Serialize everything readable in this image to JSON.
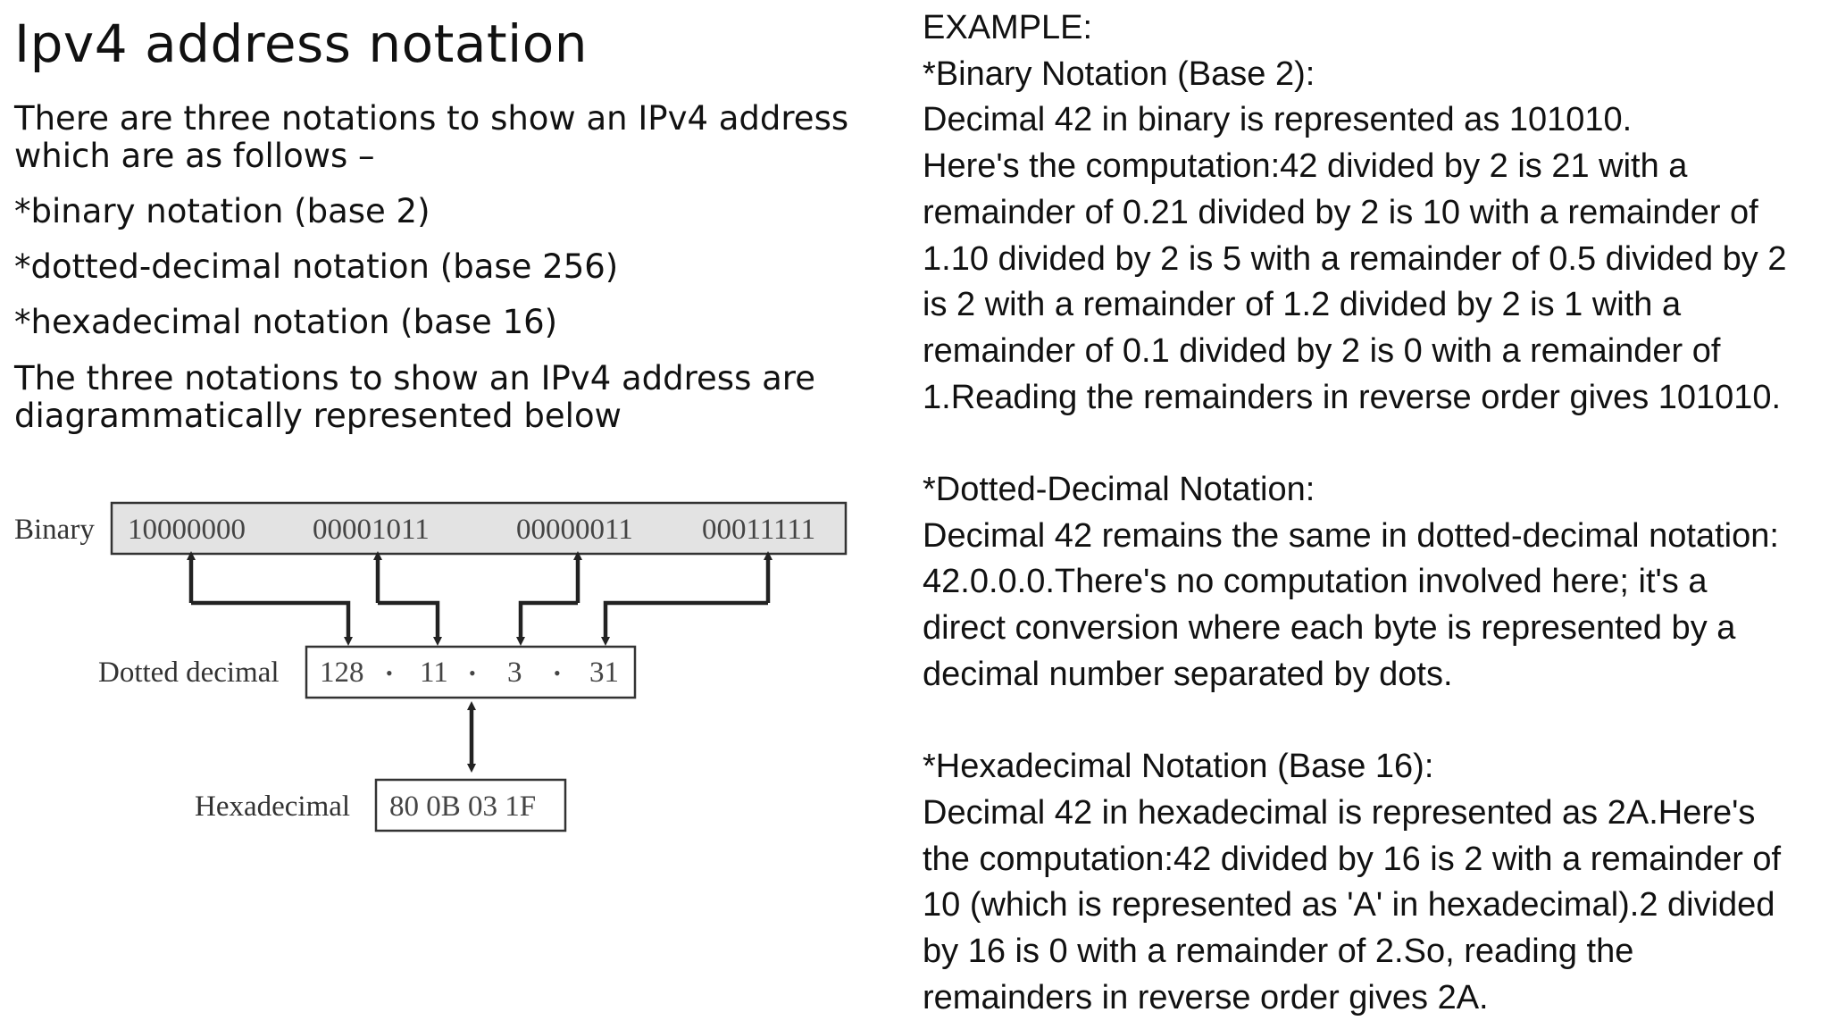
{
  "title": "Ipv4 address notation",
  "intro": "There are three notations to show an IPv4 address which are as follows –",
  "bullets": [
    "*binary notation (base 2)",
    "*dotted-decimal notation (base 256)",
    "*hexadecimal notation (base 16)"
  ],
  "outro": "The three notations to show an IPv4 address are diagrammatically represented below",
  "diagram": {
    "binary": {
      "label": "Binary",
      "octets": [
        "10000000",
        "00001011",
        "00000011",
        "00011111"
      ]
    },
    "dotted": {
      "label": "Dotted decimal",
      "values": [
        "128",
        "11",
        "3",
        "31"
      ],
      "separator": "•"
    },
    "hex": {
      "label": "Hexadecimal",
      "value": "80 0B 03 1F"
    }
  },
  "example": {
    "heading": "EXAMPLE:",
    "binary": {
      "heading": "*Binary Notation (Base 2):",
      "lines": [
        "Decimal 42 in binary is represented as 101010.",
        "Here's the computation:42 divided by 2 is 21 with a",
        "remainder of 0.21 divided by 2 is 10 with a remainder of",
        "1.10 divided by 2 is 5 with a remainder of 0.5 divided by 2",
        "is 2 with a remainder of 1.2 divided by 2 is 1 with a",
        "remainder of 0.1 divided by 2 is 0 with a remainder of",
        "1.Reading the remainders in reverse order gives 101010."
      ]
    },
    "dotted": {
      "heading": "*Dotted-Decimal Notation:",
      "lines": [
        "Decimal 42 remains the same in dotted-decimal notation:",
        "42.0.0.0.There's no computation involved here; it's a",
        "direct conversion where each byte is represented by a",
        "decimal number separated by dots."
      ]
    },
    "hex": {
      "heading": "*Hexadecimal Notation (Base 16):",
      "lines": [
        "Decimal 42 in hexadecimal is represented as 2A.Here's",
        "the computation:42 divided by 16 is 2 with a remainder of",
        "10 (which is represented as 'A' in hexadecimal).2 divided",
        "by 16 is 0 with a remainder of 2.So, reading the",
        "remainders in reverse order gives 2A."
      ]
    }
  }
}
